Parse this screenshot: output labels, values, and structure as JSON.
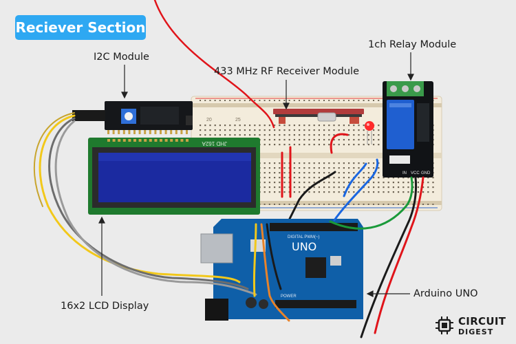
{
  "title": "Reciever Section",
  "labels": {
    "i2c": "I2C Module",
    "rf": "433 MHz RF Receiver Module",
    "relay": "1ch Relay Module",
    "lcd": "16x2 LCD Display",
    "arduino": "Arduino UNO"
  },
  "lcd_silkscreen": "JHD 162A",
  "board": {
    "name": "UNO",
    "digital_header": "DIGITAL PWM(~)",
    "power_header": "POWER",
    "pin_labels": [
      "IN",
      "VCC",
      "GND"
    ]
  },
  "breadboard_numbers": [
    "20",
    "25"
  ],
  "brand": {
    "line1": "CIRCUIT",
    "line2": "DIGEST"
  },
  "colors": {
    "title_badge": "#2ea8f2",
    "arduino_blue": "#0f5fa8",
    "relay_blue": "#1f5fd0",
    "lcd_screen": "#1b2aa0",
    "pcb_green": "#1f7a2e",
    "wire_red": "#e0141a",
    "wire_yellow": "#f2c81a",
    "wire_blue": "#1a66e0",
    "wire_green": "#1a9a3a",
    "wire_black": "#1a1a1a",
    "wire_orange": "#e8832a"
  },
  "icons": [
    "arrow-down-icon",
    "arrow-up-icon",
    "arrow-left-icon",
    "chip-logo-icon"
  ]
}
